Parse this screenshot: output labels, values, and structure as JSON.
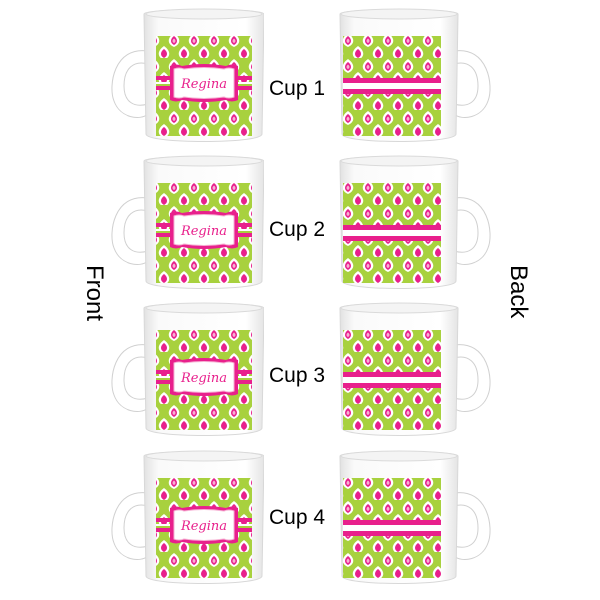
{
  "side_labels": {
    "front": "Front",
    "back": "Back"
  },
  "personalization_name": "Regina",
  "colors": {
    "pink": "#e8208c",
    "green": "#a8d13e",
    "light_pink": "#f6b2d4",
    "mug": "#ffffff",
    "mug_shade": "#dcdcdc"
  },
  "cups": [
    {
      "label": "Cup 1"
    },
    {
      "label": "Cup 2"
    },
    {
      "label": "Cup 3"
    },
    {
      "label": "Cup 4"
    }
  ]
}
